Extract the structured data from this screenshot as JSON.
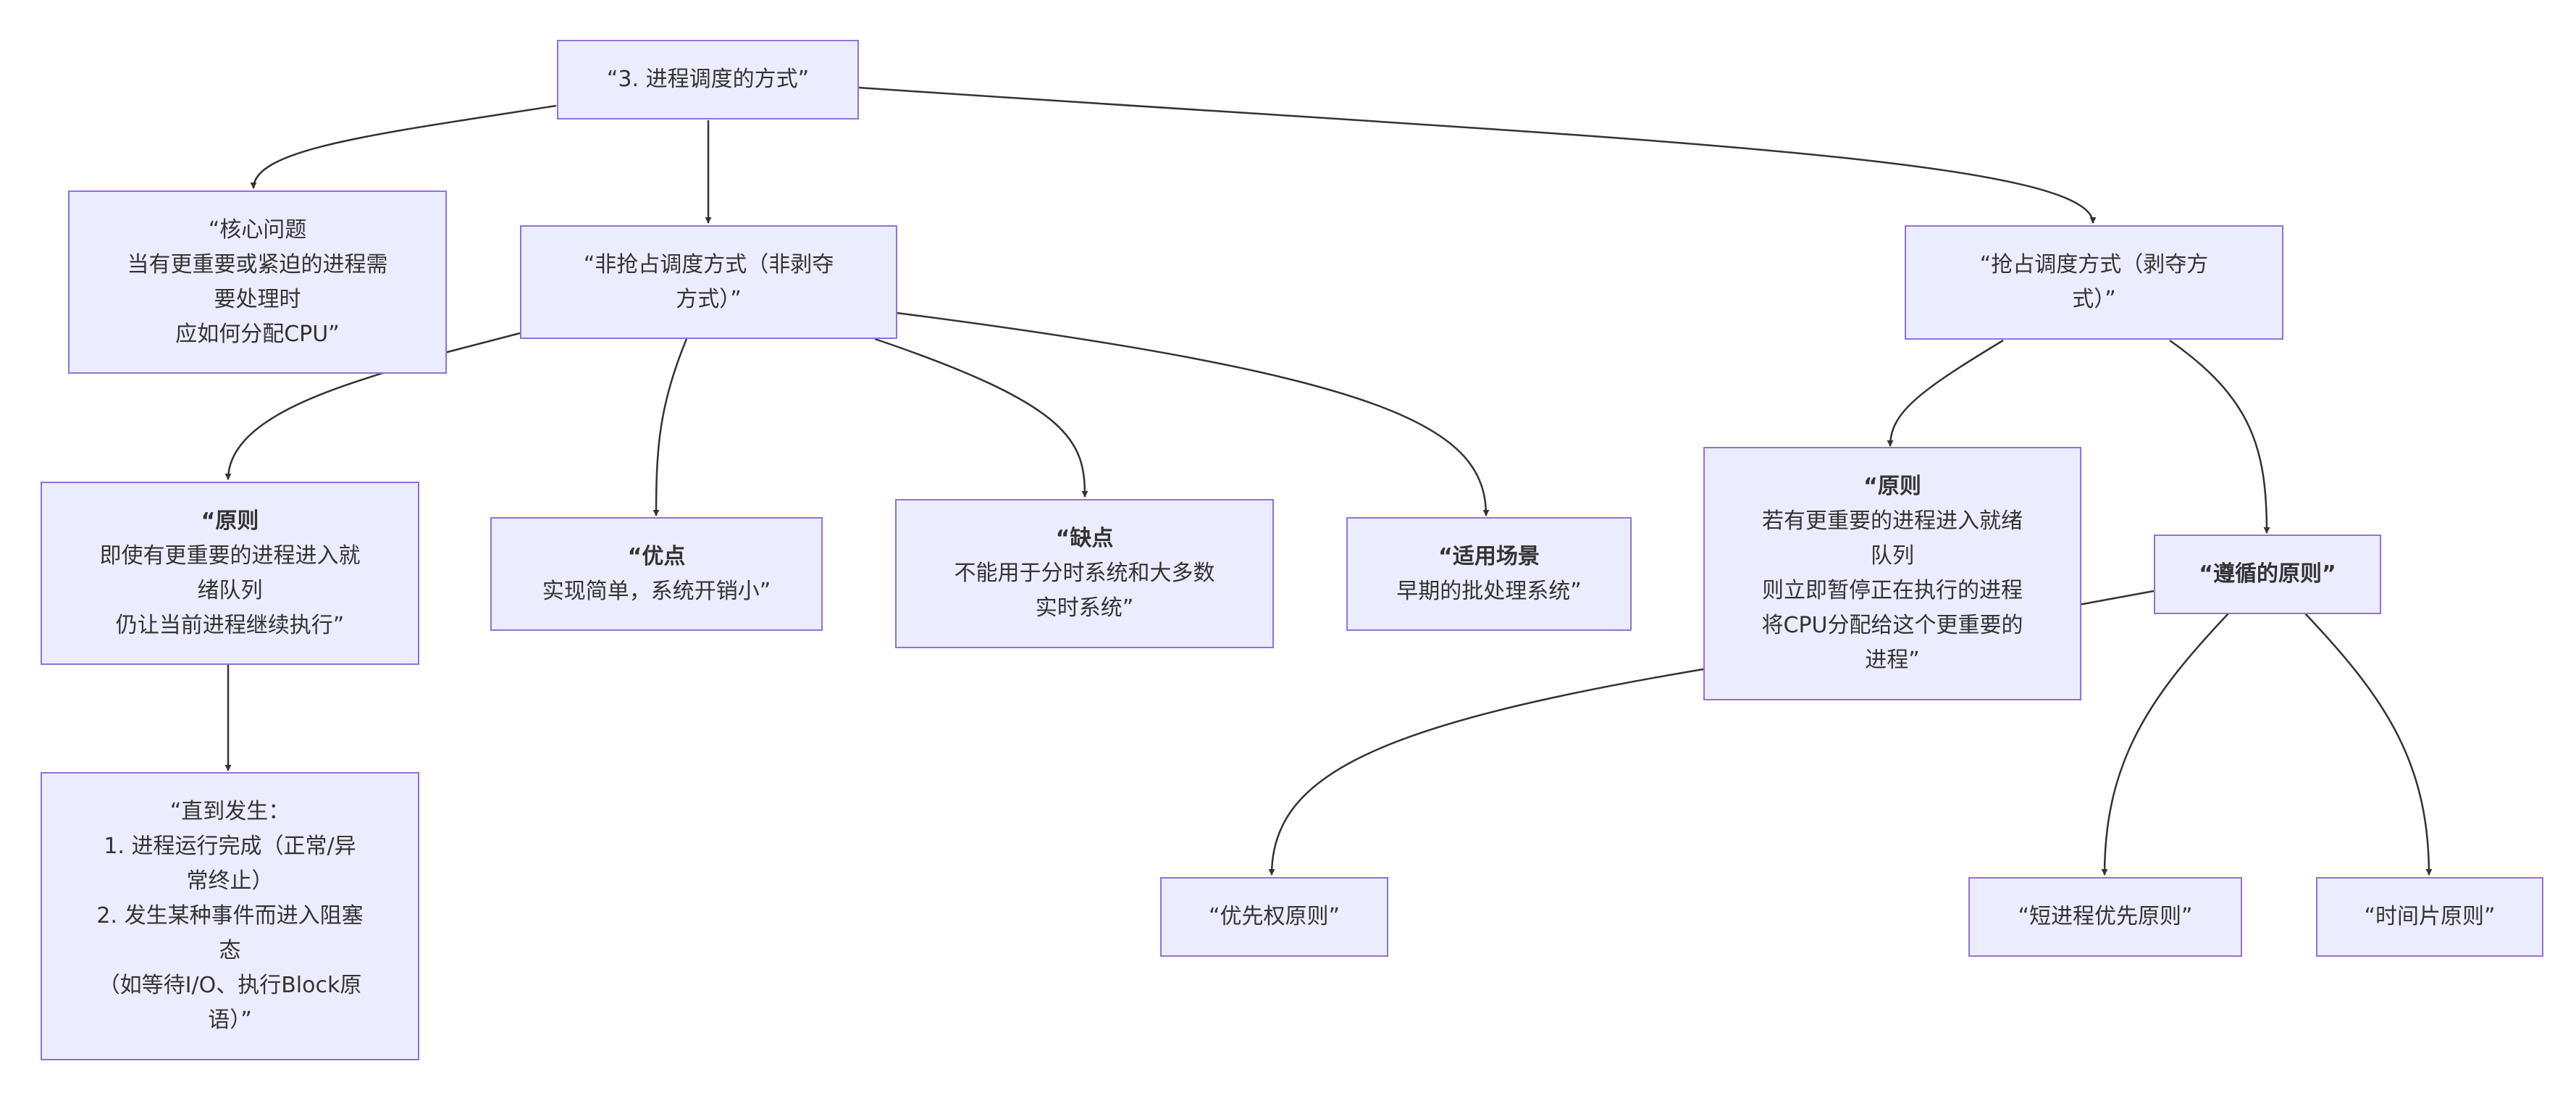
{
  "nodes": {
    "root": {
      "lines": [
        "“3. 进程调度的方式”"
      ]
    },
    "core": {
      "lines": [
        "“核心问题",
        "当有更重要或紧迫的进程需",
        "要处理时",
        "应如何分配CPU”"
      ]
    },
    "nonpre": {
      "lines": [
        "“非抢占调度方式（非剥夺",
        "方式）”"
      ]
    },
    "pre": {
      "lines": [
        "“抢占调度方式（剥夺方",
        "式）”"
      ]
    },
    "np_principle": {
      "title": "“原则",
      "lines": [
        "即使有更重要的进程进入就",
        "绪队列",
        "仍让当前进程继续执行”"
      ]
    },
    "until": {
      "lines": [
        "“直到发生：",
        "1. 进程运行完成（正常/异",
        "常终止）",
        "2. 发生某种事件而进入阻塞",
        "态",
        "（如等待I/O、执行Block原",
        "语）”"
      ]
    },
    "adv": {
      "title": "“优点",
      "lines": [
        "实现简单，系统开销小”"
      ]
    },
    "disadv": {
      "title": "“缺点",
      "lines": [
        "不能用于分时系统和大多数",
        "实时系统”"
      ]
    },
    "scene": {
      "title": "“适用场景",
      "lines": [
        "早期的批处理系统”"
      ]
    },
    "p_principle": {
      "title": "“原则",
      "lines": [
        "若有更重要的进程进入就绪",
        "队列",
        "则立即暂停正在执行的进程",
        "将CPU分配给这个更重要的",
        "进程”"
      ]
    },
    "follow": {
      "title": "“遵循的原则”",
      "lines": []
    },
    "priority": {
      "lines": [
        "“优先权原则”"
      ]
    },
    "short": {
      "lines": [
        "“短进程优先原则”"
      ]
    },
    "timeslice": {
      "lines": [
        "“时间片原则”"
      ]
    }
  }
}
